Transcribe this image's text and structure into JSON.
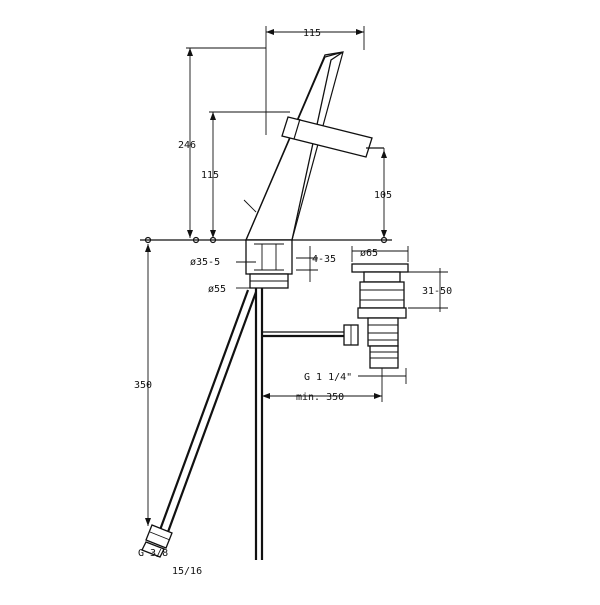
{
  "drawing": {
    "stroke_color": "#111111",
    "background": "#ffffff",
    "dimensions": {
      "spout_reach": "115",
      "overall_height": "246",
      "spout_height": "115",
      "handle_drop": "105",
      "hole_diameter": "ø35-5",
      "deck_thickness": "4-35",
      "base_width": "ø55",
      "drain_diameter": "ø65",
      "drain_height": "31-50",
      "drain_thread": "G 1 1/4\"",
      "drain_offset": "min. 350",
      "supply_length": "350",
      "hose_thread": "G 3/8",
      "hose_fitting": "15/16"
    }
  }
}
